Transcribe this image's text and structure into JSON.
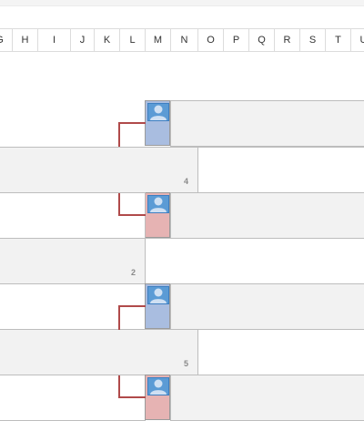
{
  "columns": [
    "G",
    "H",
    "I",
    "J",
    "K",
    "L",
    "M",
    "N",
    "O",
    "P",
    "Q",
    "R",
    "S",
    "T",
    "U"
  ],
  "seeds": {
    "s1": "4",
    "s2": "2",
    "s3": "5"
  },
  "colors": {
    "connector": "#b04a4a",
    "avatar_blue": "#a9bde0",
    "avatar_red": "#e6b3b3",
    "avatar_icon": "#5b9bd5"
  },
  "avatars": [
    {
      "team": "blue",
      "icon": "person-icon"
    },
    {
      "team": "red",
      "icon": "person-icon"
    },
    {
      "team": "blue",
      "icon": "person-icon"
    },
    {
      "team": "red",
      "icon": "person-icon"
    }
  ]
}
